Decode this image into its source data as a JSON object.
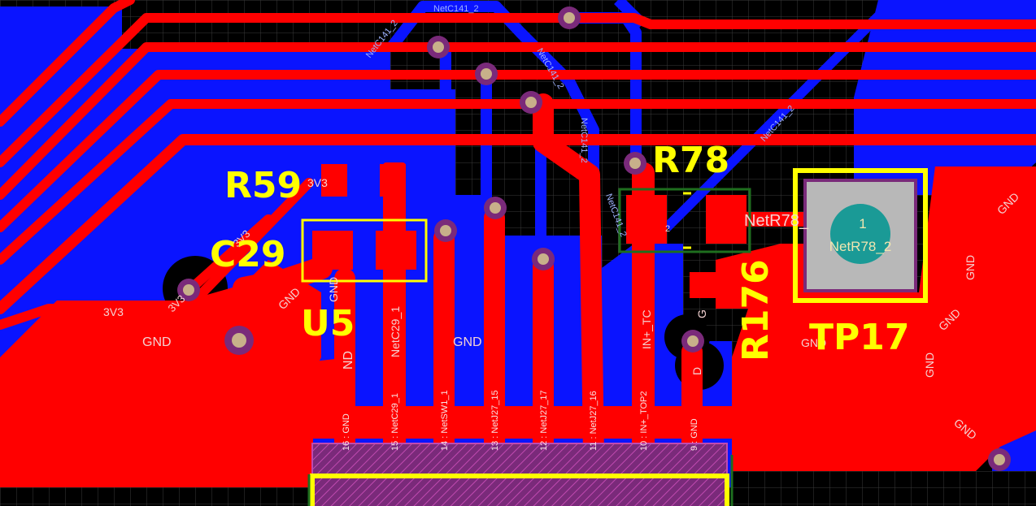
{
  "board": {
    "background": "#000000",
    "top_copper": "#ff0000",
    "bottom_copper": "#0a14ff",
    "silkscreen": "#ffff00",
    "via_ring": "#7a2a7a",
    "via_pad": "#c8b08a",
    "grid": "#3c3c3c"
  },
  "designators": {
    "r59": "R59",
    "c29": "C29",
    "u5": "U5",
    "r78": "R78",
    "r176": "R176",
    "tp17": "TP17"
  },
  "net_labels": {
    "netc141_top": "NetC141_2",
    "netc141_left": "NetC141_2",
    "netc141_mid": "NetC141_2",
    "netc141_center": "NetC141_2",
    "netc141_right": "NetC141_2",
    "v3v3_left": "3V3",
    "v3v3_r59": "3V3",
    "v3v3_diag1": "3V3",
    "v3v3_diag2": "3V3",
    "gnd_left": "GND",
    "gnd_c29": "GND",
    "gnd_c29_pad": "GND",
    "gnd_center": "GND",
    "gnd_right1": "GND",
    "gnd_right2": "GND",
    "gnd_right3": "GND",
    "gnd_right4": "GND",
    "gnd_right5": "GND",
    "gnd_r176": "GND",
    "gnd_tp17": "GND",
    "netc29": "NetC29_1",
    "netr78_pad": "NetR78_",
    "in_top": "IN+_TC",
    "nd_u5": "ND",
    "d_frag": "D",
    "g_frag": "G",
    "num_2": "2"
  },
  "tp17_pad": {
    "number": "1",
    "net": "NetR78_2",
    "pad_color": "#b8b8b8",
    "hole_color": "#1a9a96"
  },
  "u5_pins": [
    {
      "label": "16 : GND"
    },
    {
      "label": "15 : NetC29_1"
    },
    {
      "label": "14 : NetSW1_1"
    },
    {
      "label": "13 : NetJ27_15"
    },
    {
      "label": "12 : NetJ27_17"
    },
    {
      "label": "11 : NetJ27_16"
    },
    {
      "label": "10 : IN+_TOP2"
    },
    {
      "label": "9 : GND"
    }
  ]
}
